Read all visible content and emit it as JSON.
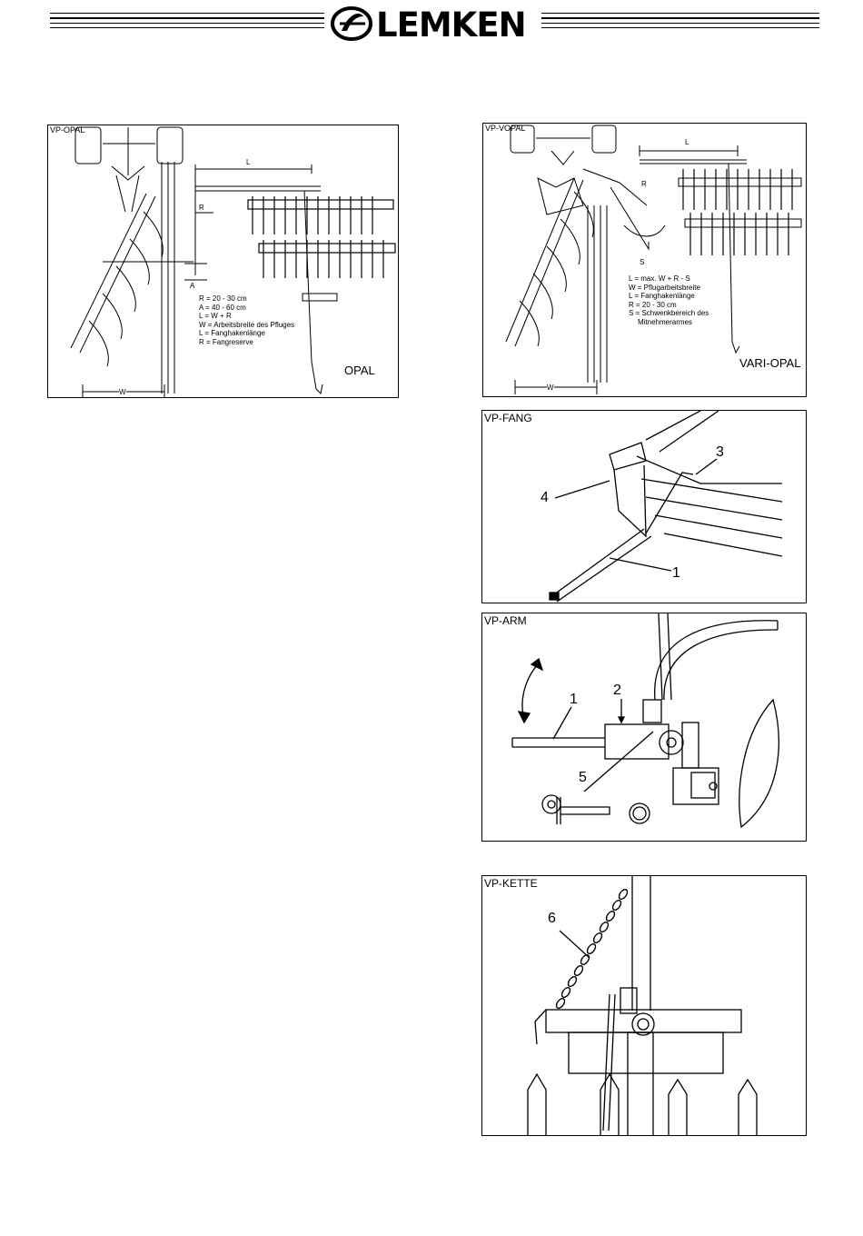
{
  "header": {
    "brand": "LEMKEN"
  },
  "opal": {
    "tag": "VP-OPAL",
    "dims": {
      "L": "L",
      "R": "R",
      "A": "A",
      "W": "W"
    },
    "legend": [
      "R = 20 - 30 cm",
      "A = 40 - 60 cm",
      "L = W + R",
      "W = Arbeitsbreite des Pfluges",
      "L = Fanghakenlänge",
      "R = Fangreserve"
    ],
    "model": "OPAL"
  },
  "vari_opal": {
    "tag": "VP-VOPAL",
    "dims": {
      "L": "L",
      "R": "R",
      "S": "S",
      "W": "W"
    },
    "legend": [
      "L = max. W + R - S",
      "W = Pflugarbeitsbreite",
      "L = Fanghakenlänge",
      "R = 20 - 30 cm",
      "S = Schwenkbereich des",
      "Mitnehmerarmes"
    ],
    "model": "VARI-OPAL"
  },
  "fang": {
    "tag": "VP-FANG",
    "callouts": [
      "1",
      "3",
      "4"
    ]
  },
  "arm": {
    "tag": "VP-ARM",
    "callouts": [
      "1",
      "2",
      "5"
    ]
  },
  "kette": {
    "tag": "VP-KETTE",
    "callouts": [
      "6"
    ]
  }
}
